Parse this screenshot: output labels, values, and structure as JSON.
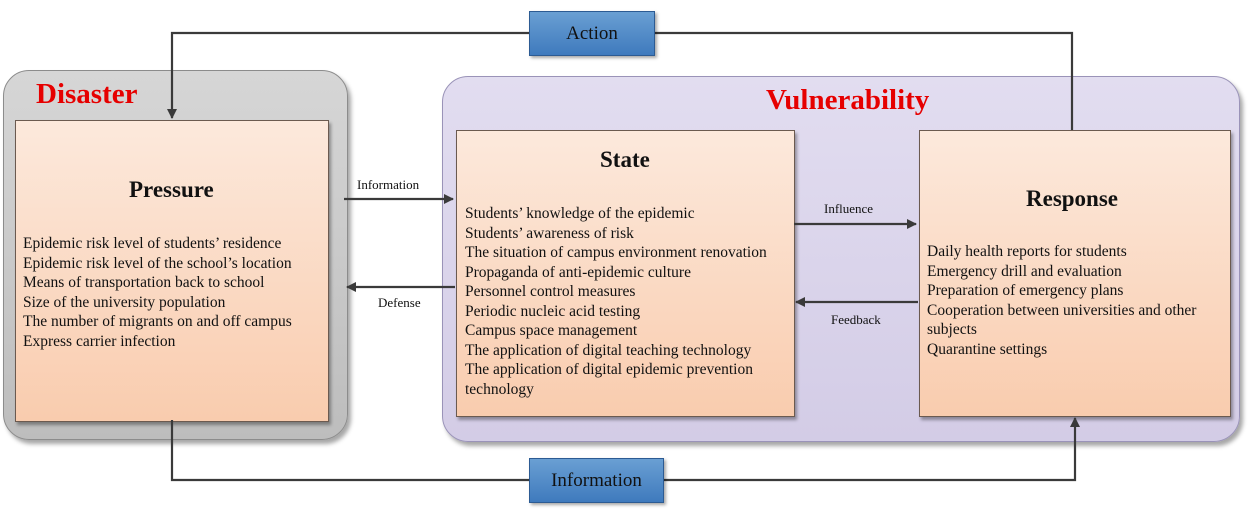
{
  "disaster_panel": {
    "title": "Disaster"
  },
  "vulnerability_panel": {
    "title": "Vulnerability"
  },
  "pressure": {
    "heading": "Pressure",
    "items": [
      "Epidemic risk level of students’ residence",
      "Epidemic risk level of the school’s location",
      "Means of transportation back to school",
      "Size of the university population",
      "The number of migrants on and off campus",
      "Express carrier infection"
    ]
  },
  "state": {
    "heading": "State",
    "items": [
      "Students’ knowledge of the epidemic",
      "Students’ awareness of risk",
      "The situation of campus environment renovation",
      "Propaganda of anti-epidemic culture",
      "Personnel control measures",
      "Periodic nucleic acid testing",
      "Campus space management",
      "The application of digital teaching technology",
      "The application of digital epidemic prevention technology"
    ]
  },
  "response": {
    "heading": "Response",
    "items": [
      "Daily health reports for students",
      "Emergency drill and evaluation",
      "Preparation of emergency plans",
      "Cooperation between universities and other subjects",
      "Quarantine settings"
    ]
  },
  "connectors": {
    "action": "Action",
    "information_bottom": "Information",
    "information_arrow": "Information",
    "defense": "Defense",
    "influence": "Influence",
    "feedback": "Feedback"
  },
  "colors": {
    "title_red": "#e60000",
    "label_blue": "#4a86c5",
    "box_peach": "#f9ccae",
    "disaster_gray": "#c9c9c9",
    "vulnerability_lavender": "#dad4ea"
  }
}
